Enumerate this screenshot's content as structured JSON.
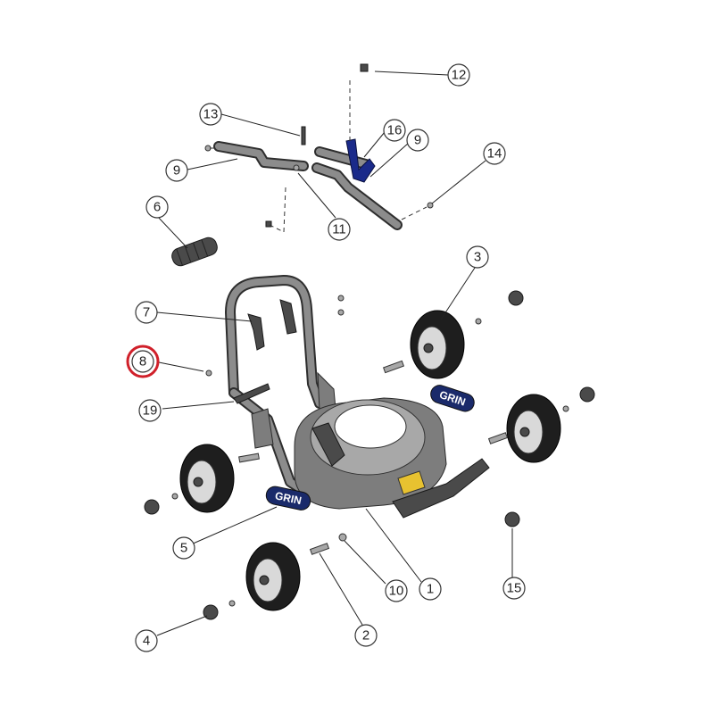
{
  "callouts": {
    "c1": "1",
    "c2": "2",
    "c3": "3",
    "c4": "4",
    "c5": "5",
    "c6": "6",
    "c7": "7",
    "c8": "8",
    "c9a": "9",
    "c9b": "9",
    "c10": "10",
    "c11": "11",
    "c12": "12",
    "c13": "13",
    "c14": "14",
    "c15": "15",
    "c16": "16",
    "c19": "19"
  },
  "decal_left": "GRIN",
  "decal_right": "GRIN",
  "highlight_color": "#d0202a",
  "accent_color": "#1a2a8a"
}
